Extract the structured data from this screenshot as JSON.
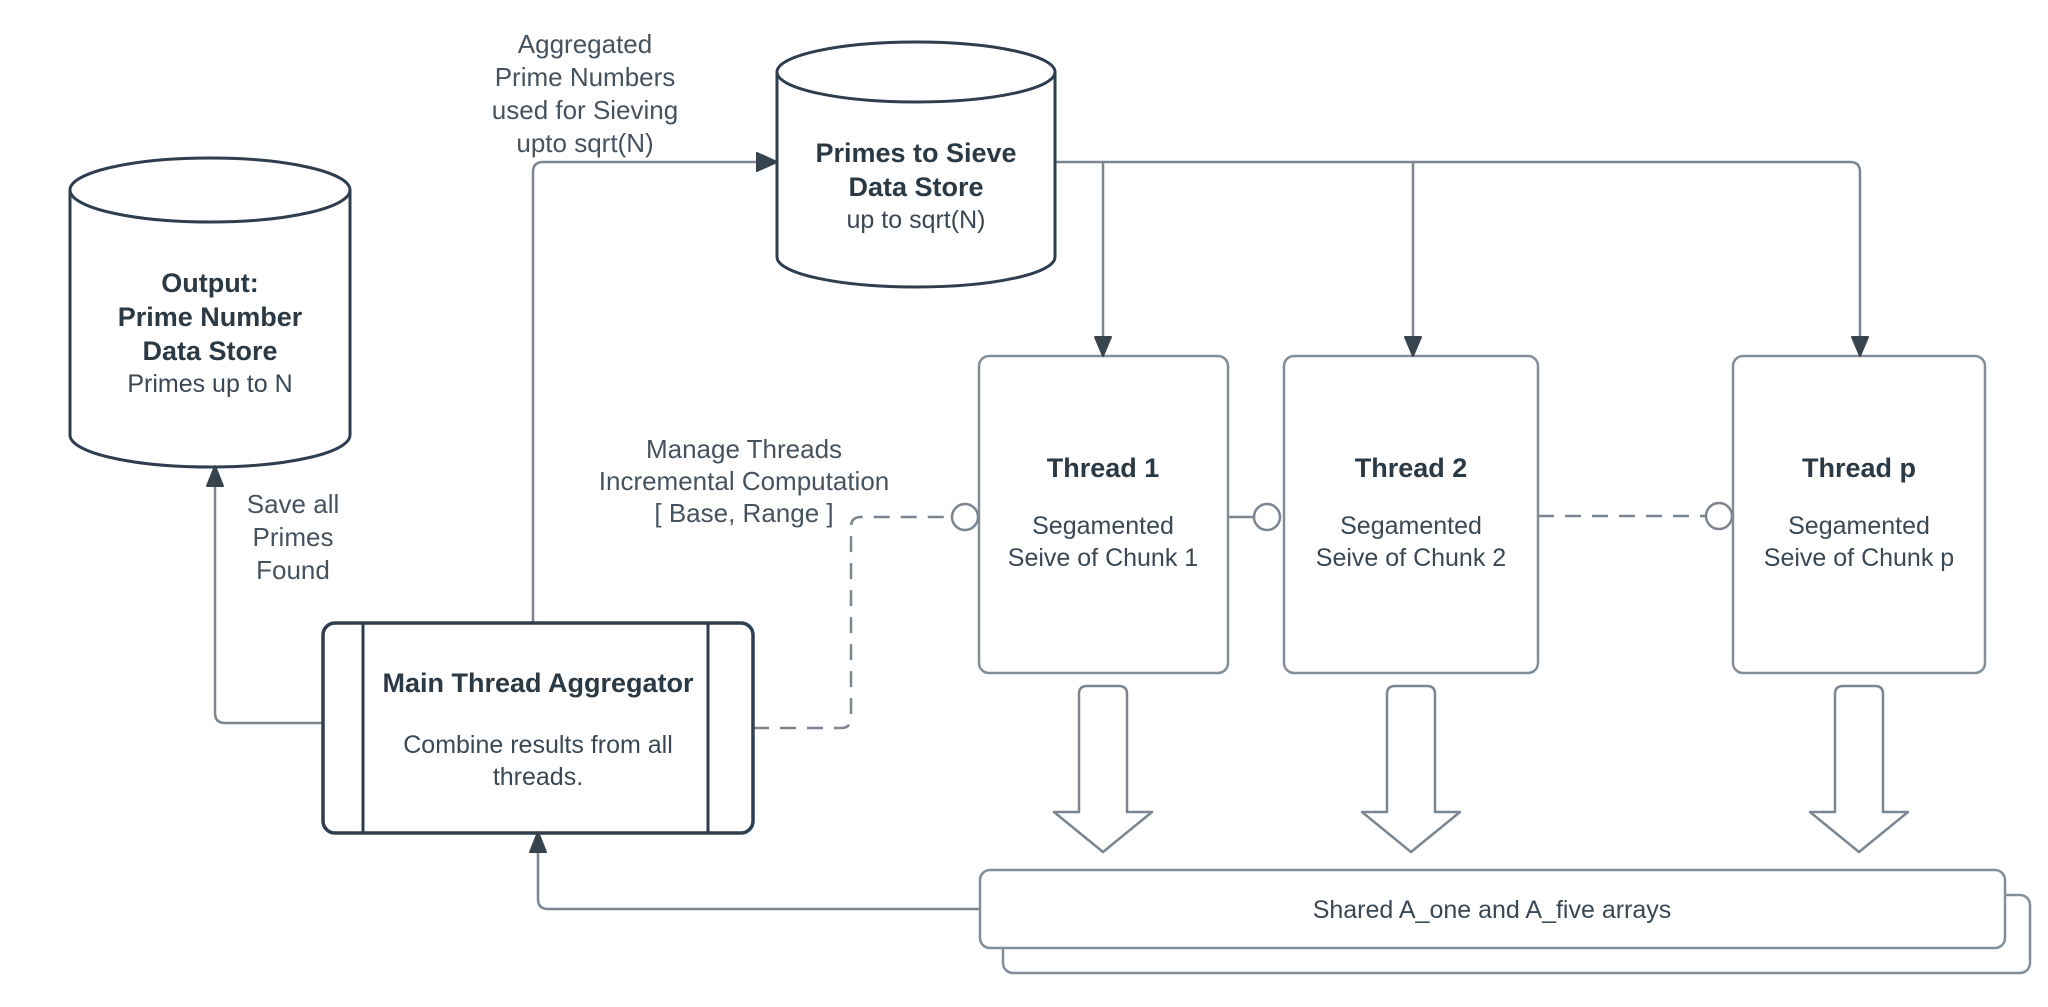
{
  "diagram": {
    "output_store": {
      "line1": "Output:",
      "line2": "Prime Number",
      "line3": "Data Store",
      "subtitle": "Primes up to N"
    },
    "primes_store": {
      "line1": "Primes to Sieve",
      "line2": "Data Store",
      "subtitle": "up to sqrt(N)"
    },
    "threads": [
      {
        "title": "Thread 1",
        "body1": "Segamented",
        "body2": "Seive of Chunk 1"
      },
      {
        "title": "Thread 2",
        "body1": "Segamented",
        "body2": "Seive of Chunk 2"
      },
      {
        "title": "Thread p",
        "body1": "Segamented",
        "body2": "Seive of Chunk p"
      }
    ],
    "aggregator": {
      "title": "Main Thread Aggregator",
      "body1": "Combine results from all",
      "body2": "threads."
    },
    "shared_arrays_label": "Shared A_one and A_five arrays",
    "annotations": {
      "aggregated": {
        "l1": "Aggregated",
        "l2": "Prime Numbers",
        "l3": "used for Sieving",
        "l4": "upto sqrt(N)"
      },
      "save_all": {
        "l1": "Save all",
        "l2": "Primes",
        "l3": "Found"
      },
      "manage_threads": {
        "l1": "Manage Threads",
        "l2": "Incremental Computation",
        "l3": "[ Base, Range ]"
      }
    },
    "colors": {
      "connector_gray": "#7b8691",
      "node_border_dark": "#2e3e4e",
      "node_border_light": "#848e98",
      "title_text": "#2b3945",
      "body_text": "#3a4754",
      "annotation_text": "#46535f",
      "arrowhead": "#37444e",
      "background": "#ffffff"
    }
  }
}
